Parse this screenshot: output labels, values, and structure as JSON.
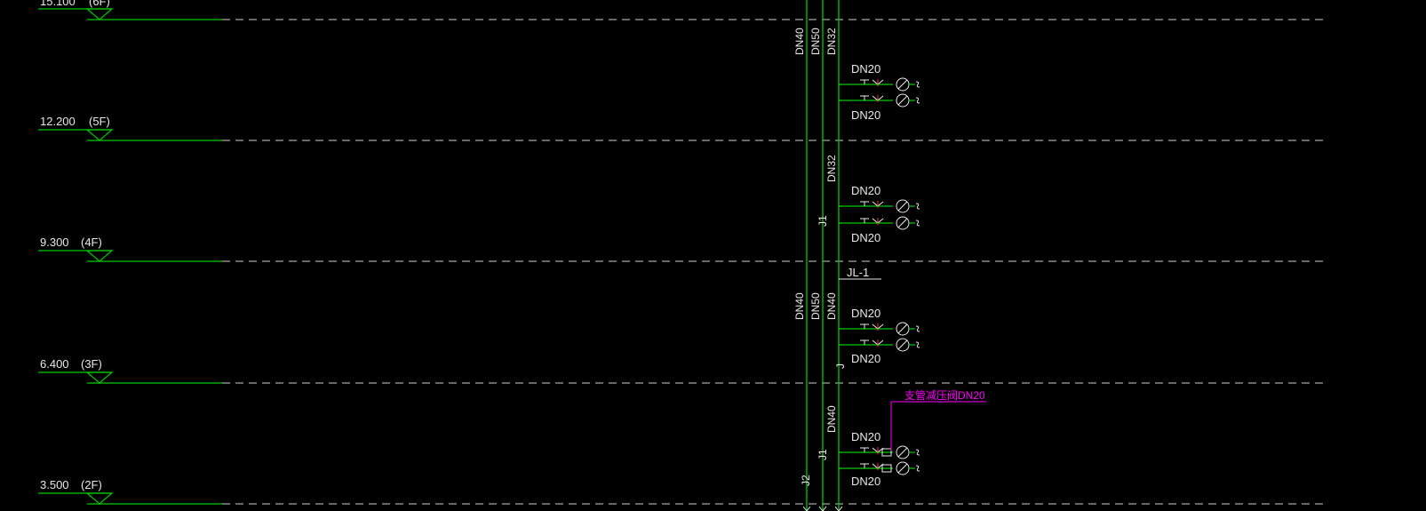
{
  "colors": {
    "background": "#000000",
    "pipe": "#00cc00",
    "text": "#e8e8e8",
    "floor_line": "#cfcfcf",
    "annotation": "#ff00ff",
    "valve_red": "#ff3030"
  },
  "levels": [
    {
      "elev": "15.100",
      "floor": "(6F)"
    },
    {
      "elev": "12.200",
      "floor": "(5F)"
    },
    {
      "elev": "9.300",
      "floor": "(4F)"
    },
    {
      "elev": "6.400",
      "floor": "(3F)"
    },
    {
      "elev": "3.500",
      "floor": "(2F)"
    }
  ],
  "pipe_labels": {
    "top_a": "DN40",
    "top_b": "DN50",
    "top_c": "DN32",
    "mid_c": "DN32",
    "low_a": "DN40",
    "low_b": "DN50",
    "low_c": "DN40",
    "bottom_c": "DN40",
    "j1_upper": "J1",
    "j1_lower": "J1",
    "j2": "J2",
    "j_small": "J"
  },
  "riser_tag": "JL-1",
  "branch_label": "DN20",
  "prv_note": "支管减压阀DN20"
}
